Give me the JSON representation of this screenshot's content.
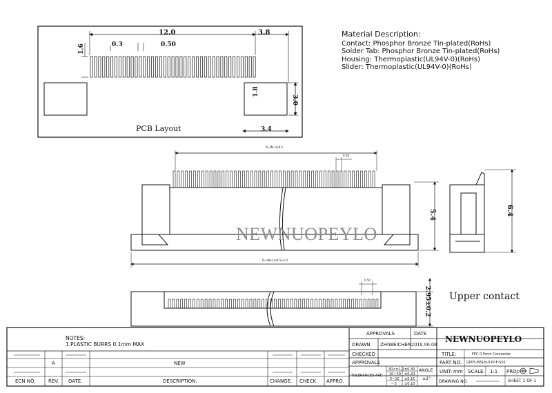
{
  "material": {
    "heading": "Material Description:",
    "lines": [
      "Contact: Phosphor Bronze Tin-plated(RoHs)",
      "Solder Tab: Phosphor Bronze Tin-plated(RoHs)",
      "Housing: Thermoplastic(UL94V-0)(RoHs)",
      "Slider: Thermoplastic(UL94V-0)(RoHs)"
    ]
  },
  "pcb": {
    "title": "PCB Layout",
    "dims": {
      "width": "12.0",
      "right": "3.8",
      "pitch": "0.3",
      "pad_w": "0.50",
      "pad_h": "1.6",
      "tab_h": "1.8",
      "tab_total": "3.0",
      "bottom": "3.4"
    }
  },
  "front": {
    "dim_top": "B=(N-1)x0.5",
    "dim_pitch": "0.50",
    "dim_bottom": "D=(N+1)x0.5+5.0",
    "height": "5.4"
  },
  "side": {
    "height": "6.4"
  },
  "bottom_view": {
    "height": "2.95±0.2",
    "dim_small": "0.50"
  },
  "watermark": "NEWNUOPEYLO",
  "upper_contact": "Upper contact",
  "notes": {
    "title": "NOTES:",
    "line1": "1.PLASTIC BURRS 0.1mm MAX"
  },
  "title_block": {
    "logo": "NEWNUOPEYLO",
    "approvals": "APPROVALS",
    "date": "DATE",
    "drawn": "DRAWN",
    "drawn_by": "ZHIWEICHEN",
    "drawn_date": "2018.06.08",
    "checked": "CHECKED",
    "approvals2": "APPROVALS",
    "tolerances_are": "TOLERANCES ARE",
    "tol_rows": [
      {
        "range": "30<=1.1",
        "tol": "±0.30"
      },
      {
        "range": "10~30",
        "tol": "±0.20"
      },
      {
        "range": "5~10",
        "tol": "±0.15"
      },
      {
        "range": "~ 5",
        "tol": "±0.10"
      }
    ],
    "angle": "ANGLE",
    "angle_tol": "±2°",
    "title_label": "TITLE:",
    "title_value": "FPC 0.5mm  Connector",
    "part_label": "PART NO.",
    "part_value": "GP05-WSLN-XXP-F-S01",
    "unit_label": "UNIT:",
    "unit_value": "mm",
    "scale_label": "SCALE:",
    "scale_value": "1:1",
    "proj_label": "PROJ:",
    "drawing_no": "DRAWING NO.",
    "sheet": "SHEET  1  OF  1"
  },
  "revision": {
    "rev_letter": "A",
    "new": "NEW",
    "headers": [
      "ECN NO.",
      "REV.",
      "DATE.",
      "DESCRIPTION.",
      "CHANGE.",
      "CHECK.",
      "APPRO."
    ]
  }
}
